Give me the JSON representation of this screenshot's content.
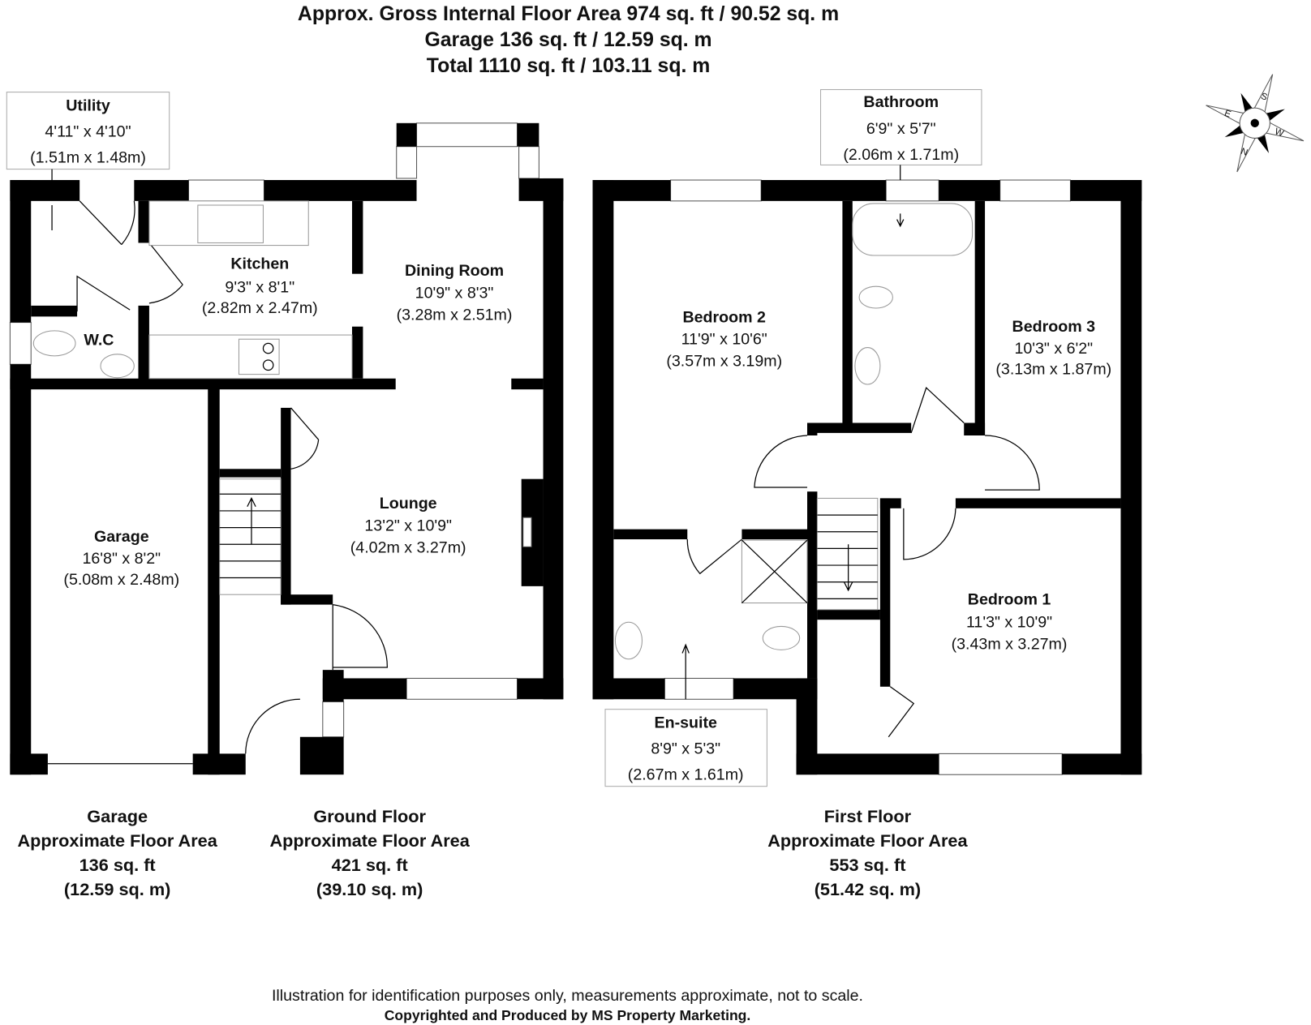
{
  "header": {
    "line1": "Approx. Gross Internal Floor Area 974 sq. ft / 90.52 sq. m",
    "line2": "Garage 136 sq. ft / 12.59 sq. m",
    "line3": "Total 1110 sq. ft / 103.11 sq. m"
  },
  "compass": {
    "n": "N",
    "s": "S",
    "e": "E",
    "w": "W"
  },
  "rooms": {
    "utility": {
      "name": "Utility",
      "imperial": "4'11\" x 4'10\"",
      "metric": "(1.51m x 1.48m)"
    },
    "kitchen": {
      "name": "Kitchen",
      "imperial": "9'3\" x 8'1\"",
      "metric": "(2.82m x 2.47m)"
    },
    "dining": {
      "name": "Dining Room",
      "imperial": "10'9\" x 8'3\"",
      "metric": "(3.28m x 2.51m)"
    },
    "wc": {
      "name": "W.C"
    },
    "lounge": {
      "name": "Lounge",
      "imperial": "13'2\" x 10'9\"",
      "metric": "(4.02m x 3.27m)"
    },
    "garage": {
      "name": "Garage",
      "imperial": "16'8\" x 8'2\"",
      "metric": "(5.08m x 2.48m)"
    },
    "bathroom": {
      "name": "Bathroom",
      "imperial": "6'9\" x 5'7\"",
      "metric": "(2.06m x 1.71m)"
    },
    "bedroom2": {
      "name": "Bedroom 2",
      "imperial": "11'9\" x 10'6\"",
      "metric": "(3.57m x 3.19m)"
    },
    "bedroom3": {
      "name": "Bedroom 3",
      "imperial": "10'3\" x 6'2\"",
      "metric": "(3.13m x 1.87m)"
    },
    "bedroom1": {
      "name": "Bedroom 1",
      "imperial": "11'3\" x 10'9\"",
      "metric": "(3.43m x 3.27m)"
    },
    "ensuite": {
      "name": "En-suite",
      "imperial": "8'9\" x 5'3\"",
      "metric": "(2.67m x 1.61m)"
    }
  },
  "floors": [
    {
      "name": "Garage",
      "label": "Approximate Floor Area",
      "sqft": "136 sq. ft",
      "sqm": "(12.59 sq. m)"
    },
    {
      "name": "Ground Floor",
      "label": "Approximate Floor Area",
      "sqft": "421 sq. ft",
      "sqm": "(39.10 sq. m)"
    },
    {
      "name": "First Floor",
      "label": "Approximate Floor Area",
      "sqft": "553 sq. ft",
      "sqm": "(51.42 sq. m)"
    }
  ],
  "footer": {
    "disclaimer": "Illustration for identification purposes only, measurements approximate, not to scale.",
    "copyright": "Copyrighted  and Produced by MS Property Marketing."
  }
}
